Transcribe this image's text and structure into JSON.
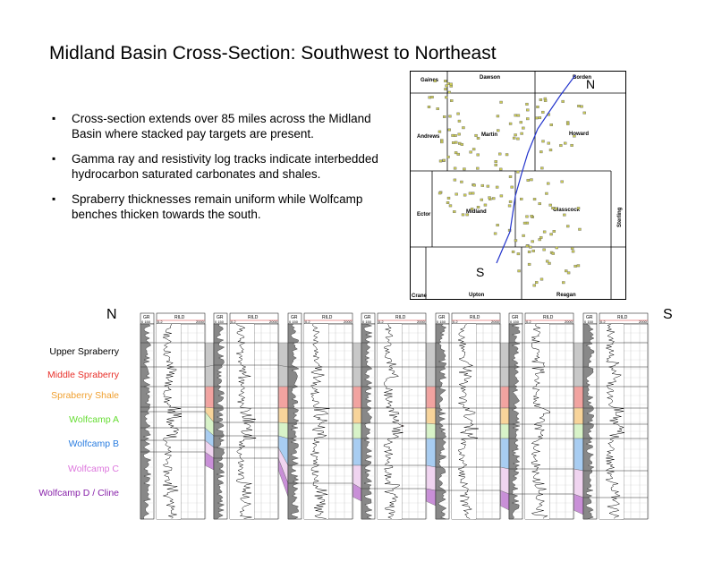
{
  "slide": {
    "title": "Midland Basin Cross-Section: Southwest to Northeast",
    "bullets": [
      "Cross-section extends over 85 miles across the Midland Basin where stacked pay targets are present.",
      "Gamma ray and resistivity log tracks indicate interbedded hydrocarbon saturated carbonates and shales.",
      "Spraberry thicknesses remain uniform while Wolfcamp benches thicken towards the south."
    ]
  },
  "map": {
    "counties": [
      "Gaines",
      "Dawson",
      "Borden",
      "Andrews",
      "Martin",
      "Howard",
      "Ector",
      "Midland",
      "Glasscock",
      "Sterling",
      "Crane",
      "Upton",
      "Reagan"
    ],
    "north_marker": "N",
    "south_marker": "S",
    "line_color": "#2233cc",
    "well_color": "#cccc55"
  },
  "cross_section": {
    "left_end": "N",
    "right_end": "S",
    "track_headers": {
      "gr": "GR",
      "rild": "RILD",
      "gr_min": "0",
      "gr_max": "150",
      "rild_min": "0.2",
      "rild_max": "2000"
    },
    "zones": [
      {
        "name": "Upper Spraberry",
        "color": "#000000",
        "fill": "#c8c8c8"
      },
      {
        "name": "Middle Spraberry",
        "color": "#e8302a",
        "fill": "#f2a3a0"
      },
      {
        "name": "Spraberry Shale",
        "color": "#f0a030",
        "fill": "#f8d49a"
      },
      {
        "name": "Wolfcamp A",
        "color": "#66dd33",
        "fill": "#d8f3c8"
      },
      {
        "name": "Wolfcamp B",
        "color": "#2a7de0",
        "fill": "#a8cdf2"
      },
      {
        "name": "Wolfcamp C",
        "color": "#dd77dd",
        "fill": "#f0d4f0"
      },
      {
        "name": "Wolfcamp D / Cline",
        "color": "#8822aa",
        "fill": "#c98fd8"
      }
    ]
  }
}
